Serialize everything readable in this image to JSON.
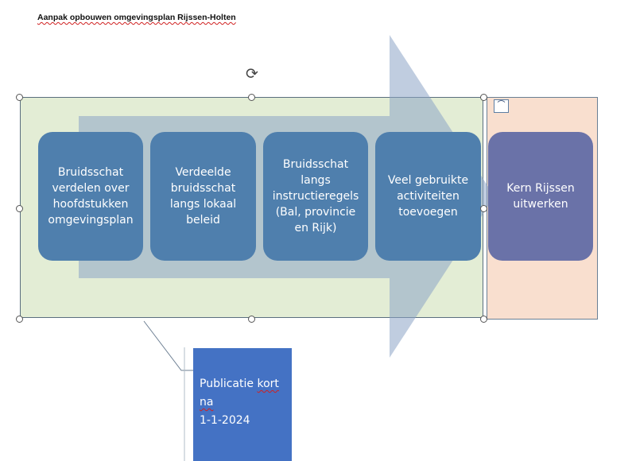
{
  "document": {
    "title": "Aanpak opbouwen omgevingsplan Rijssen-Holten"
  },
  "diagram": {
    "steps": [
      {
        "label": "Bruidsschat\nverdelen over\nhoofdstukken\nomgevingsplan"
      },
      {
        "label": "Verdeelde\nbruidsschat\nlangs lokaal\nbeleid"
      },
      {
        "label": "Bruidsschat\nlangs\ninstructieregels\n(Bal, provincie\nen Rijk)"
      },
      {
        "label": "Veel gebruikte\nactiviteiten\ntoevoegen"
      },
      {
        "label": "Kern Rijssen\nuitwerken"
      }
    ],
    "colors": {
      "step": "#4f7fad",
      "step_last": "#6a72a8",
      "panel_green": "#e3edd5",
      "panel_peach": "#f9dfcf",
      "arrow": "#a7b6ce",
      "callout": "#4472c4"
    }
  },
  "callout": {
    "line1_a": "Publicatie",
    "line1_b": "kort",
    "line2": "na",
    "line3": "1-1-2024"
  },
  "icons": {
    "rotate": "rotate-handle-icon",
    "layout": "layout-options-icon"
  }
}
